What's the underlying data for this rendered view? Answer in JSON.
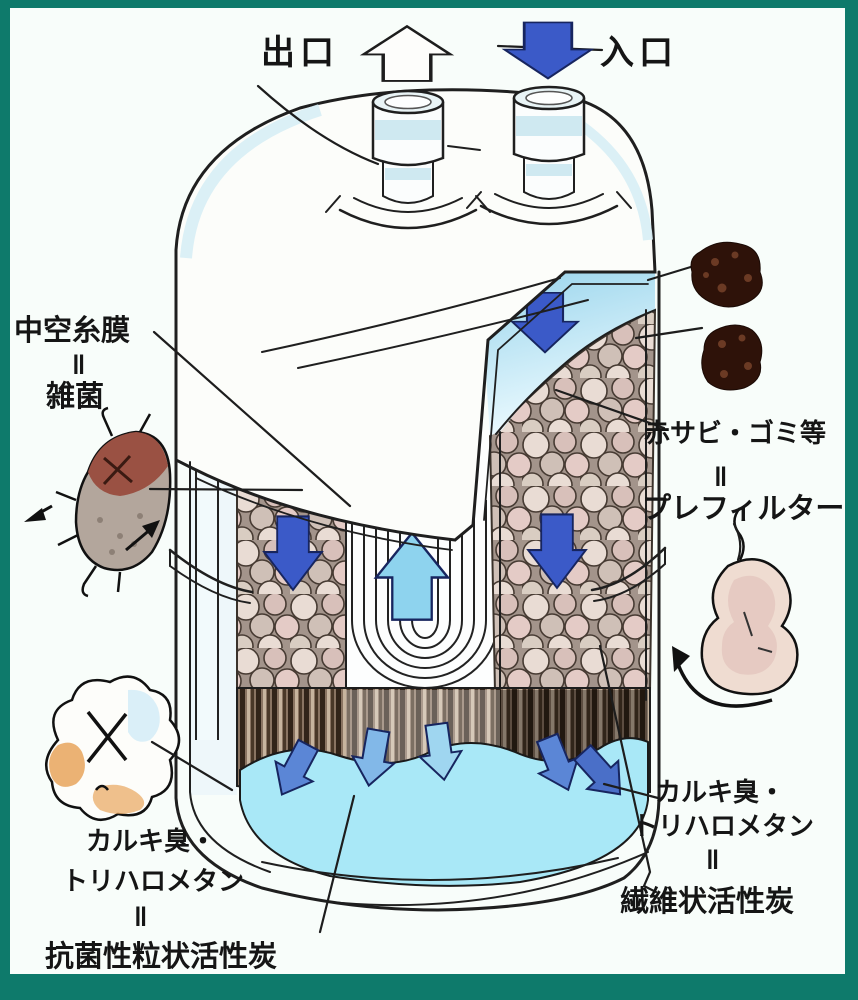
{
  "title": "water-filter-cartridge-cutaway-diagram",
  "labels": {
    "outlet": "出口",
    "inlet": "入口",
    "hollow_fiber": {
      "name": "中空糸膜",
      "equals": "‖",
      "target": "雑菌"
    },
    "prefilter": {
      "name": "赤サビ・ゴミ等",
      "equals": "‖",
      "target": "プレフィルター"
    },
    "fibrous_carbon": {
      "line1": "カルキ臭・",
      "line2": "トリハロメタン",
      "equals": "‖",
      "target": "繊維状活性炭"
    },
    "granular_carbon": {
      "line1": "カルキ臭・",
      "line2": "トリハロメタン",
      "equals": "‖",
      "target": "抗菌性粒状活性炭"
    }
  },
  "colors": {
    "frame_border": "#0e7a6b",
    "canvas": "#f8fdfa",
    "arrow_blue": "#3b5ac8",
    "arrow_light_blue": "#8ed3ee",
    "water": "#a9e8f7",
    "flow_arrow_dark": "#4a6fc8",
    "flow_arrow_mid": "#5b86d6",
    "flow_arrow_light": "#9fd6f0",
    "rust_particle": "#2e1209",
    "bacteria_body": "#9a5143",
    "cloud_orange": "#e8a55c"
  }
}
